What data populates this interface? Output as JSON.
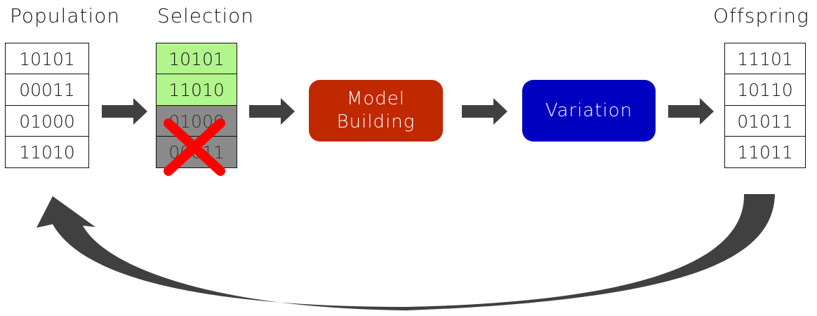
{
  "headings": {
    "population": "Population",
    "selection": "Selection",
    "offspring": "Offspring"
  },
  "population": [
    "10101",
    "00011",
    "01000",
    "11010"
  ],
  "selection": {
    "kept": [
      "10101",
      "11010"
    ],
    "rejected": [
      "01000",
      "00011"
    ]
  },
  "offspring": [
    "11101",
    "10110",
    "01011",
    "11011"
  ],
  "boxes": {
    "model_line1": "Model",
    "model_line2": "Building",
    "variation": "Variation"
  },
  "colors": {
    "kept": "#b3f58d",
    "rejected": "#8a8a8a",
    "model_building": "#c02800",
    "variation": "#0000c0",
    "arrow": "#404040",
    "cross": "#ff0000"
  },
  "icons": {
    "reject_mark": "x-cross-icon",
    "flow_arrow": "right-arrow-icon",
    "loop_arrow": "curved-return-arrow-icon"
  }
}
